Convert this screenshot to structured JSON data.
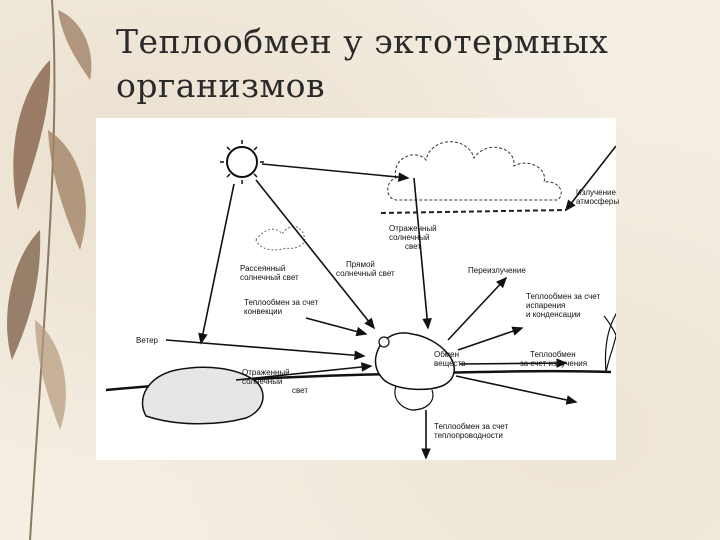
{
  "slide": {
    "title_line1": "Теплообмен у эктотермных",
    "title_line2": "организмов"
  },
  "diagram": {
    "labels": {
      "atmosphere_1": "Излучение",
      "atmosphere_2": "атмосферы",
      "reflected_top_1": "Отраженный",
      "reflected_top_2": "солнечный",
      "reflected_top_3": "свет",
      "reradiation": "Переизлучение",
      "scattered_1": "Рассеянный",
      "scattered_2": "солнечный свет",
      "direct_1": "Прямой",
      "direct_2": "солнечный свет",
      "convection_1": "Теплообмен за счет",
      "convection_2": "конвекции",
      "evaporation_1": "Теплообмен за счет",
      "evaporation_2": "испарения",
      "evaporation_3": "и конденсации",
      "wind": "Ветер",
      "metabolism_1": "Обмен",
      "metabolism_2": "веществ",
      "radiation_1": "Теплообмен",
      "radiation_2": "за счет излучения",
      "reflected_bottom_1": "Отраженный",
      "reflected_bottom_2": "солнечный",
      "reflected_bottom_3": "свет",
      "conduction_1": "Теплообмен за счет",
      "conduction_2": "теплопроводности"
    }
  }
}
